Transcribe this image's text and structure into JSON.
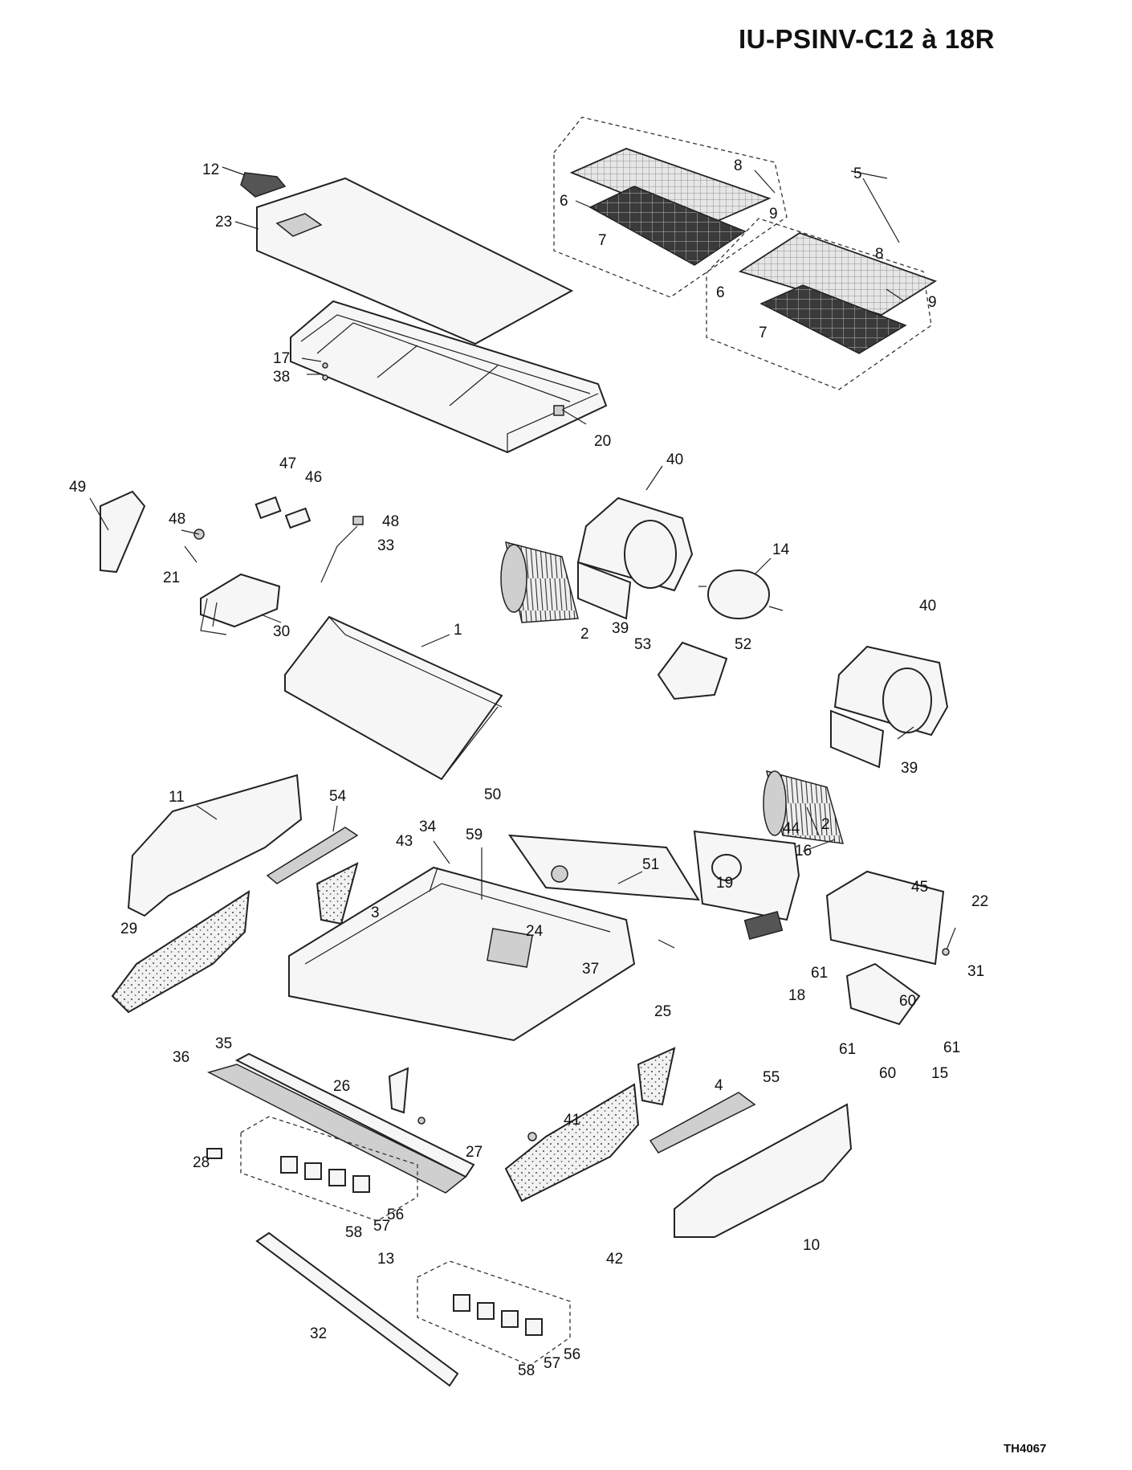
{
  "header": {
    "title": "IU-PSINV-C12 à 18R"
  },
  "footer": {
    "doc_ref": "TH4067"
  },
  "callouts": [
    "12",
    "23",
    "8",
    "5",
    "6",
    "9",
    "7",
    "8",
    "6",
    "9",
    "7",
    "17",
    "38",
    "20",
    "40",
    "49",
    "47",
    "46",
    "48",
    "48",
    "33",
    "14",
    "21",
    "30",
    "1",
    "2",
    "39",
    "53",
    "52",
    "40",
    "39",
    "2",
    "11",
    "54",
    "34",
    "59",
    "43",
    "50",
    "51",
    "44",
    "16",
    "45",
    "22",
    "3",
    "29",
    "24",
    "19",
    "37",
    "61",
    "31",
    "18",
    "60",
    "25",
    "61",
    "61",
    "15",
    "60",
    "35",
    "36",
    "26",
    "4",
    "55",
    "27",
    "41",
    "28",
    "56",
    "57",
    "58",
    "13",
    "42",
    "10",
    "56",
    "57",
    "58",
    "32"
  ]
}
